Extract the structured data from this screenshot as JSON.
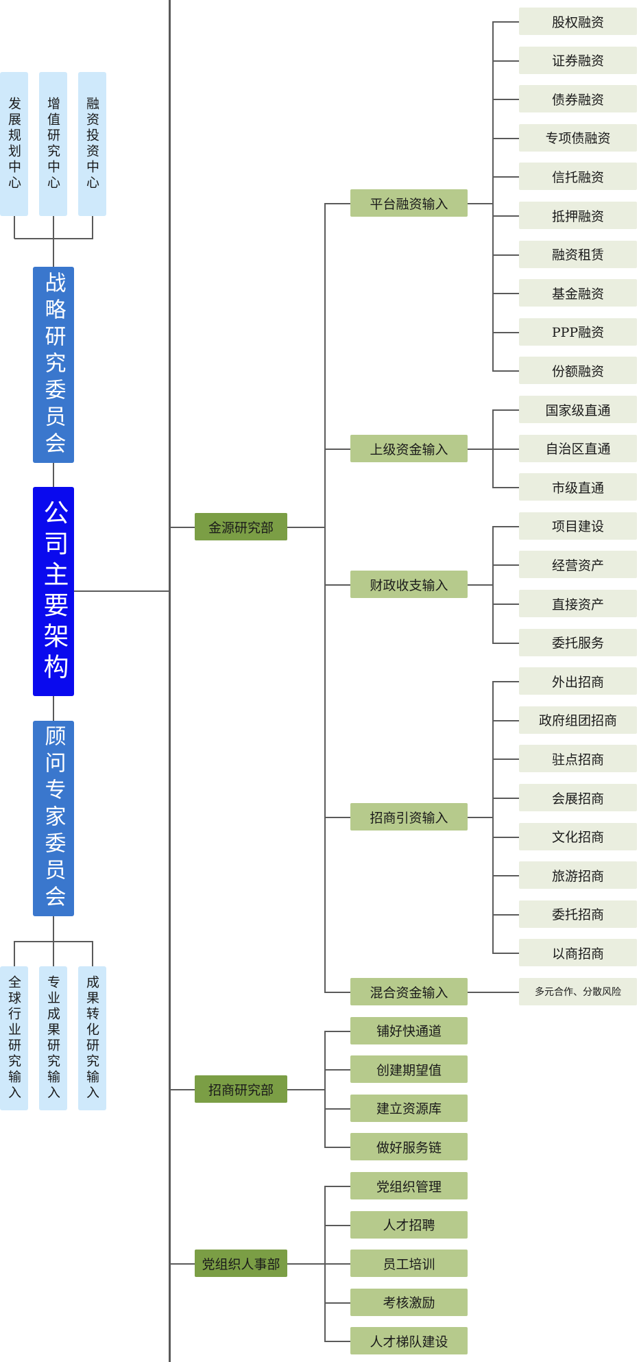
{
  "diagram": {
    "root": "公司主要架构",
    "upper_committee": {
      "label": "战略研究委员会",
      "centers": [
        "发展规划中心",
        "增值研究中心",
        "融资投资中心"
      ]
    },
    "lower_committee": {
      "label": "顾问专家委员会",
      "inputs": [
        "全球行业研究输入",
        "专业成果研究输入",
        "成果转化研究输入"
      ]
    },
    "departments": [
      {
        "label": "金源研究部",
        "categories": [
          {
            "label": "平台融资输入",
            "items": [
              "股权融资",
              "证券融资",
              "债券融资",
              "专项债融资",
              "信托融资",
              "抵押融资",
              "融资租赁",
              "基金融资",
              "PPP融资",
              "份额融资"
            ]
          },
          {
            "label": "上级资金输入",
            "items": [
              "国家级直通",
              "自治区直通",
              "市级直通"
            ]
          },
          {
            "label": "财政收支输入",
            "items": [
              "项目建设",
              "经营资产",
              "直接资产",
              "委托服务"
            ]
          },
          {
            "label": "招商引资输入",
            "items": [
              "外出招商",
              "政府组团招商",
              "驻点招商",
              "会展招商",
              "文化招商",
              "旅游招商",
              "委托招商",
              "以商招商"
            ]
          },
          {
            "label": "混合资金输入",
            "items": [
              "多元合作、分散风险"
            ]
          }
        ]
      },
      {
        "label": "招商研究部",
        "items": [
          "铺好快通道",
          "创建期望值",
          "建立资源库",
          "做好服务链"
        ]
      },
      {
        "label": "党组织人事部",
        "items": [
          "党组织管理",
          "人才招聘",
          "员工培训",
          "考核激励",
          "人才梯队建设"
        ]
      }
    ]
  },
  "colors": {
    "center_light": "#cfe9fb",
    "committee_blue": "#3a77cd",
    "root_blue": "#0a0aee",
    "department_green": "#7b9e45",
    "category_green": "#b6ca8c",
    "leaf_beige": "#eaeedf",
    "connector": "#5a5a5a"
  }
}
